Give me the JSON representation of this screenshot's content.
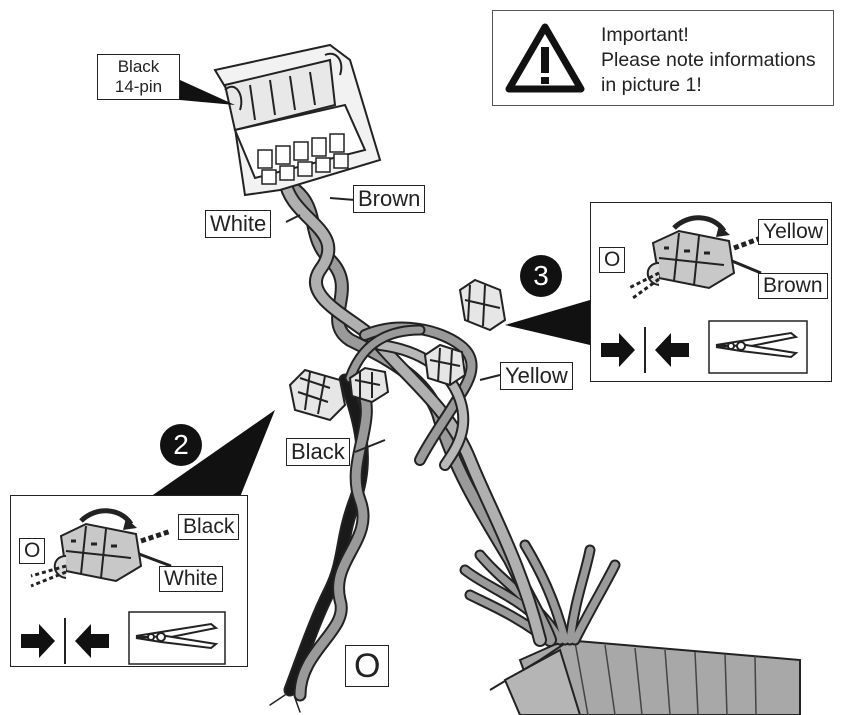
{
  "note": {
    "lines": [
      "Important!",
      "Please note informations",
      "in picture 1!"
    ],
    "icon": "warning-triangle-icon"
  },
  "connector": {
    "label_line1": "Black",
    "label_line2": "14-pin"
  },
  "wires": {
    "brown": "Brown",
    "white": "White",
    "yellow": "Yellow",
    "black": "Black",
    "open_end": "O"
  },
  "step2": {
    "number": "2",
    "label_top": "Black",
    "label_bottom": "White",
    "label_o": "O",
    "icons": [
      "press-together-arrows-icon",
      "pliers-icon"
    ]
  },
  "step3": {
    "number": "3",
    "label_top": "Yellow",
    "label_bottom": "Brown",
    "label_o": "O",
    "icons": [
      "press-together-arrows-icon",
      "pliers-icon"
    ]
  },
  "colors": {
    "wire_gray": "#9a9a9a",
    "wire_dark": "#1a1a1a",
    "outline": "#222222",
    "connector_fill": "#f2f2f2"
  }
}
